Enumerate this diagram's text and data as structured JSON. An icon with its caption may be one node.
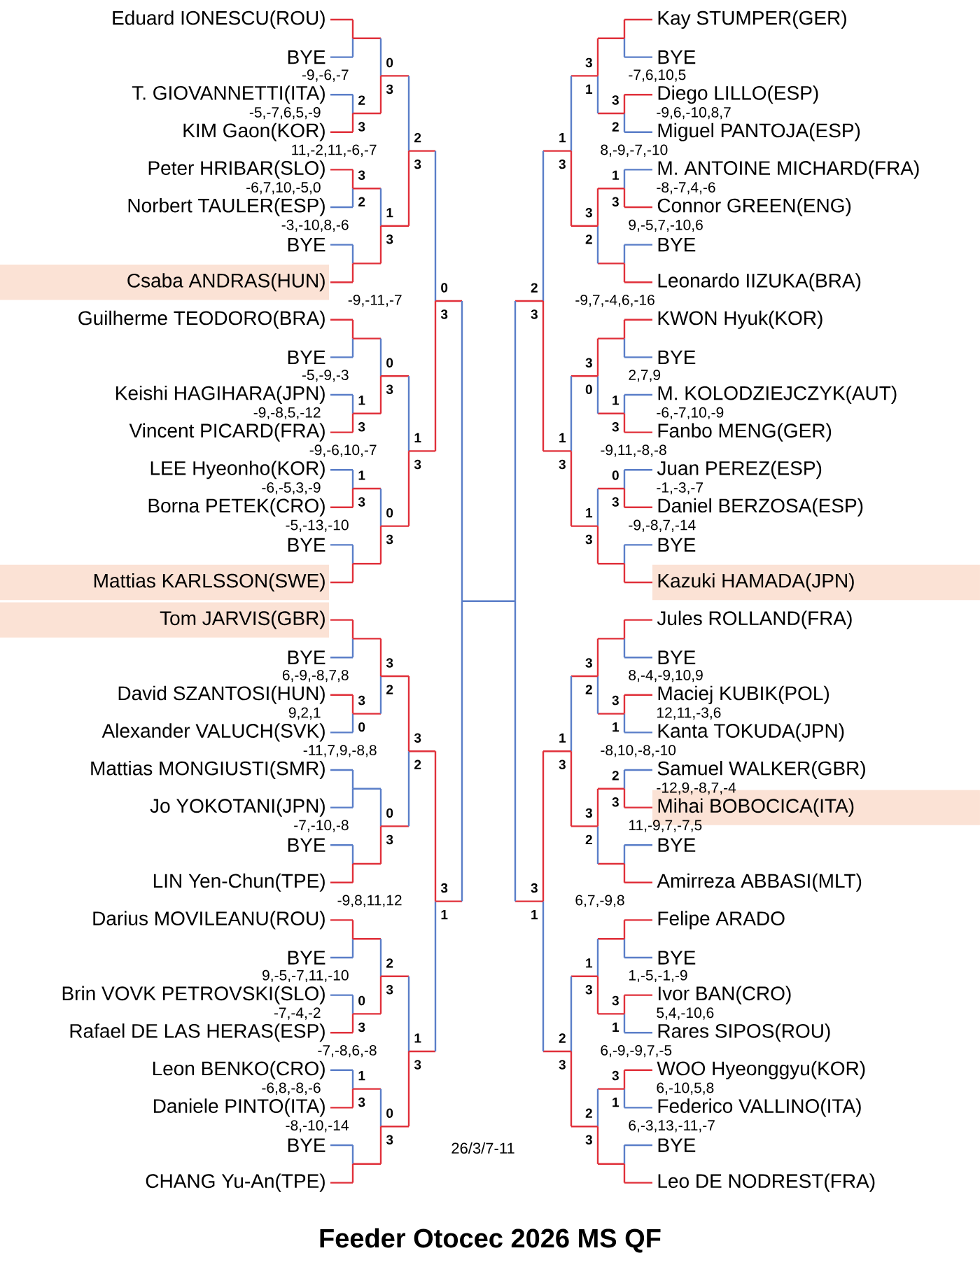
{
  "diagram": {
    "title": "Feeder Otocec 2026 MS QF",
    "nodes": [
      {
        "text": [
          "Eduard IONESCU(ROU)"
        ]
      },
      {
        "text": [
          "BYE"
        ]
      },
      {
        "text": [
          "T. GIOVANNETTI(ITA)"
        ]
      },
      {
        "text": [
          "KIM Gaon(KOR)"
        ]
      },
      {
        "text": [
          "Peter HRIBAR(SLO)"
        ]
      },
      {
        "text": [
          "Norbert TAULER(ESP)"
        ]
      },
      {
        "text": [
          "BYE"
        ]
      },
      {
        "text": [
          "Csaba ANDRAS(HUN)"
        ]
      },
      {
        "text": [
          "Guilherme TEODORO(BRA)"
        ]
      },
      {
        "text": [
          "BYE"
        ]
      },
      {
        "text": [
          "Keishi HAGIHARA(JPN)"
        ]
      },
      {
        "text": [
          "Vincent PICARD(FRA)"
        ]
      },
      {
        "text": [
          "LEE Hyeonho(KOR)"
        ]
      },
      {
        "text": [
          "Borna PETEK(CRO)"
        ]
      },
      {
        "text": [
          "BYE"
        ]
      },
      {
        "text": [
          "Mattias KARLSSON(SWE)"
        ]
      },
      {
        "text": [
          "Tom JARVIS(GBR)"
        ]
      },
      {
        "text": [
          "BYE"
        ]
      },
      {
        "text": [
          "David SZANTOSI(HUN)"
        ]
      },
      {
        "text": [
          "Alexander VALUCH(SVK)"
        ]
      },
      {
        "text": [
          "Mattias MONGIUSTI(SMR)"
        ]
      },
      {
        "text": [
          "Jo YOKOTANI(JPN)"
        ]
      },
      {
        "text": [
          "BYE"
        ]
      },
      {
        "text": [
          "LIN Yen-Chun(TPE)"
        ]
      },
      {
        "text": [
          "Darius MOVILEANU(ROU)"
        ]
      },
      {
        "text": [
          "BYE"
        ]
      },
      {
        "text": [
          "Brin VOVK PETROVSKI(SLO)"
        ]
      },
      {
        "text": [
          "Rafael DE LAS HERAS(ESP)"
        ]
      },
      {
        "text": [
          "Leon BENKO(CRO)"
        ]
      },
      {
        "text": [
          "Daniele PINTO(ITA)"
        ]
      },
      {
        "text": [
          "BYE"
        ]
      },
      {
        "text": [
          "CHANG Yu-An(TPE)"
        ]
      },
      {
        "text": [
          "Kay STUMPER(GER)"
        ]
      },
      {
        "text": [
          "BYE"
        ]
      },
      {
        "text": [
          "Diego LILLO(ESP)"
        ]
      },
      {
        "text": [
          "Miguel PANTOJA(ESP)"
        ]
      },
      {
        "text": [
          "M. ANTOINE MICHARD(FRA)"
        ]
      },
      {
        "text": [
          "Connor GREEN(ENG)"
        ]
      },
      {
        "text": [
          "BYE"
        ]
      },
      {
        "text": [
          "Leonardo IIZUKA(BRA)"
        ]
      },
      {
        "text": [
          "KWON Hyuk(KOR)"
        ]
      },
      {
        "text": [
          "BYE"
        ]
      },
      {
        "text": [
          "M. KOLODZIEJCZYK(AUT)"
        ]
      },
      {
        "text": [
          "Fanbo MENG(GER)"
        ]
      },
      {
        "text": [
          "Juan PEREZ(ESP)"
        ]
      },
      {
        "text": [
          "Daniel BERZOSA(ESP)"
        ]
      },
      {
        "text": [
          "BYE"
        ]
      },
      {
        "text": [
          "Kazuki HAMADA(JPN)"
        ]
      },
      {
        "text": [
          "Jules ROLLAND(FRA)"
        ]
      },
      {
        "text": [
          "BYE"
        ]
      },
      {
        "text": [
          "Maciej KUBIK(POL)"
        ]
      },
      {
        "text": [
          "Kanta TOKUDA(JPN)"
        ]
      },
      {
        "text": [
          "Samuel WALKER(GBR)"
        ]
      },
      {
        "text": [
          "Mihai BOBOCICA(ITA)"
        ]
      },
      {
        "text": [
          "BYE"
        ]
      },
      {
        "text": [
          "Amirreza ABBASI(MLT)"
        ]
      },
      {
        "text": [
          "Felipe ARADO"
        ]
      },
      {
        "text": [
          "BYE"
        ]
      },
      {
        "text": [
          "Ivor BAN(CRO)"
        ]
      },
      {
        "text": [
          "Rares SIPOS(ROU)"
        ]
      },
      {
        "text": [
          "WOO Hyeonggyu(KOR)"
        ]
      },
      {
        "text": [
          "Federico VALLINO(ITA)"
        ]
      },
      {
        "text": [
          "BYE"
        ]
      },
      {
        "text": [
          "Leo DE NODREST(FRA)"
        ]
      }
    ],
    "labels": [
      "-9,-6,-7",
      "-5,-7,6,5,-9",
      "11,-2,11,-6,-7",
      "-6,7,10,-5,0",
      "-3,-10,8,-6",
      "-9,-11,-7",
      "-5,-9,-3",
      "-9,-8,5,-12",
      "-9,-6,10,-7",
      "-6,-5,3,-9",
      "-5,-13,-10",
      "6,-9,-8,7,8",
      "9,2,1",
      "-11,7,9,-8,8",
      "-7,-10,-8",
      "-9,8,11,12",
      "9,-5,-7,11,-10",
      "-7,-4,-2",
      "-7,-8,6,-8",
      "-6,8,-8,-6",
      "-8,-10,-14",
      "2",
      "3",
      "3",
      "2",
      "1",
      "3",
      "1",
      "3",
      "3",
      "0",
      "0",
      "3",
      "1",
      "3",
      "0",
      "3",
      "1",
      "3",
      "0",
      "3",
      "0",
      "3",
      "3",
      "2",
      "0",
      "3",
      "2",
      "3",
      "0",
      "3",
      "2",
      "3",
      "1",
      "3",
      "3",
      "2",
      "1",
      "3",
      "0",
      "3",
      "3",
      "1",
      "-7,6,10,5",
      "-9,6,-10,8,7",
      "8,-9,-7,-10",
      "-8,-7,4,-6",
      "9,-5,7,-10,6",
      "-9,7,-4,6,-16",
      "2,7,9",
      "-6,-7,10,-9",
      "-9,11,-8,-8",
      "-1,-3,-7",
      "-9,-8,7,-14",
      "8,-4,-9,10,9",
      "12,11,-3,6",
      "-8,10,-8,-10",
      "-12,9,-8,7,-4",
      "11,-9,7,-7,5",
      "6,7,-9,8",
      "1,-5,-1,-9",
      "5,4,-10,6",
      "6,-9,-9,7,-5",
      "6,-10,5,8",
      "6,-3,13,-11,-7",
      "3",
      "2",
      "1",
      "3",
      "1",
      "3",
      "0",
      "3",
      "3",
      "1",
      "2",
      "3",
      "3",
      "1",
      "3",
      "1",
      "3",
      "1",
      "3",
      "2",
      "3",
      "0",
      "1",
      "3",
      "3",
      "2",
      "3",
      "2",
      "1",
      "3",
      "2",
      "3",
      "1",
      "3",
      "1",
      "3",
      "1",
      "3",
      "2",
      "3",
      "2",
      "3",
      "3",
      "1",
      "26/3/7-11"
    ]
  }
}
